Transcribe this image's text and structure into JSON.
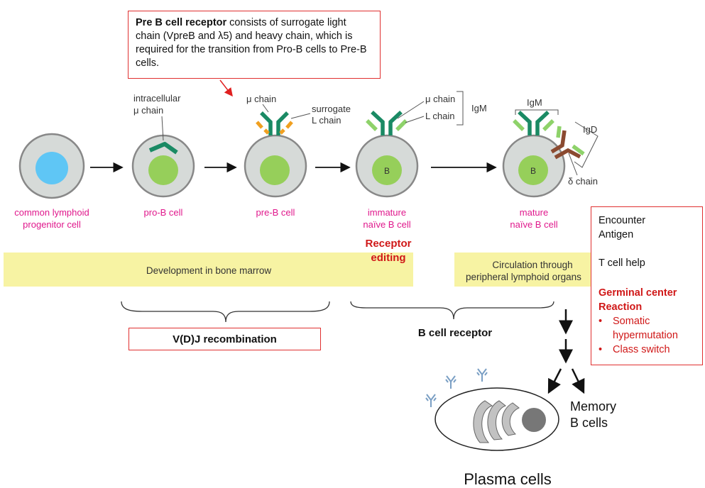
{
  "note": {
    "bold": "Pre B cell receptor",
    "rest": " consists of surrogate light chain (VpreB and λ5) and heavy chain, which is required for the transition from Pro-B cells to Pre-B cells."
  },
  "cells": [
    {
      "label1": "common lymphoid",
      "label2": "progenitor cell"
    },
    {
      "label1": "pro-B cell",
      "label2": ""
    },
    {
      "label1": "pre-B cell",
      "label2": ""
    },
    {
      "label1": "immature",
      "label2": "naïve B cell"
    },
    {
      "label1": "mature",
      "label2": "naïve B cell"
    }
  ],
  "nucleus_letter": "B",
  "annotations": {
    "intracellular1": "intracellular",
    "intracellular2": "μ chain",
    "mu_chain": "μ chain",
    "surrogate1": "surrogate",
    "surrogate2": "L chain",
    "mu_chain_imm": "μ chain",
    "l_chain": "L chain",
    "igm_imm": "IgM",
    "igm_mature": "IgM",
    "igd": "IgD",
    "delta_chain": "δ chain"
  },
  "bars": {
    "bone_marrow": "Development in bone marrow",
    "circ1": "Circulation through",
    "circ2": "peripheral lymphoid organs"
  },
  "receptor_editing1": "Receptor",
  "receptor_editing2": "editing",
  "vdj": "V(D)J recombination",
  "bcr": "B cell receptor",
  "encounter": {
    "line1": "Encounter",
    "line2": "Antigen",
    "tcell": "T cell help",
    "gc1": "Germinal center",
    "gc2": "Reaction",
    "bullets": [
      "Somatic hypermutation",
      "Class switch"
    ]
  },
  "plasma": "Plasma cells",
  "memory1": "Memory",
  "memory2": "B cells",
  "colors": {
    "magenta": "#e0188c",
    "red": "#d01818",
    "teal": "#1a8a64",
    "lightgreen": "#8ed26a",
    "orange": "#f0a020",
    "brown": "#8b4a30",
    "cyto": "#d6dad8",
    "nucleus": "#96cf5a",
    "progenitor_nucleus": "#5fc6f5",
    "bar": "#f7f3a3"
  }
}
